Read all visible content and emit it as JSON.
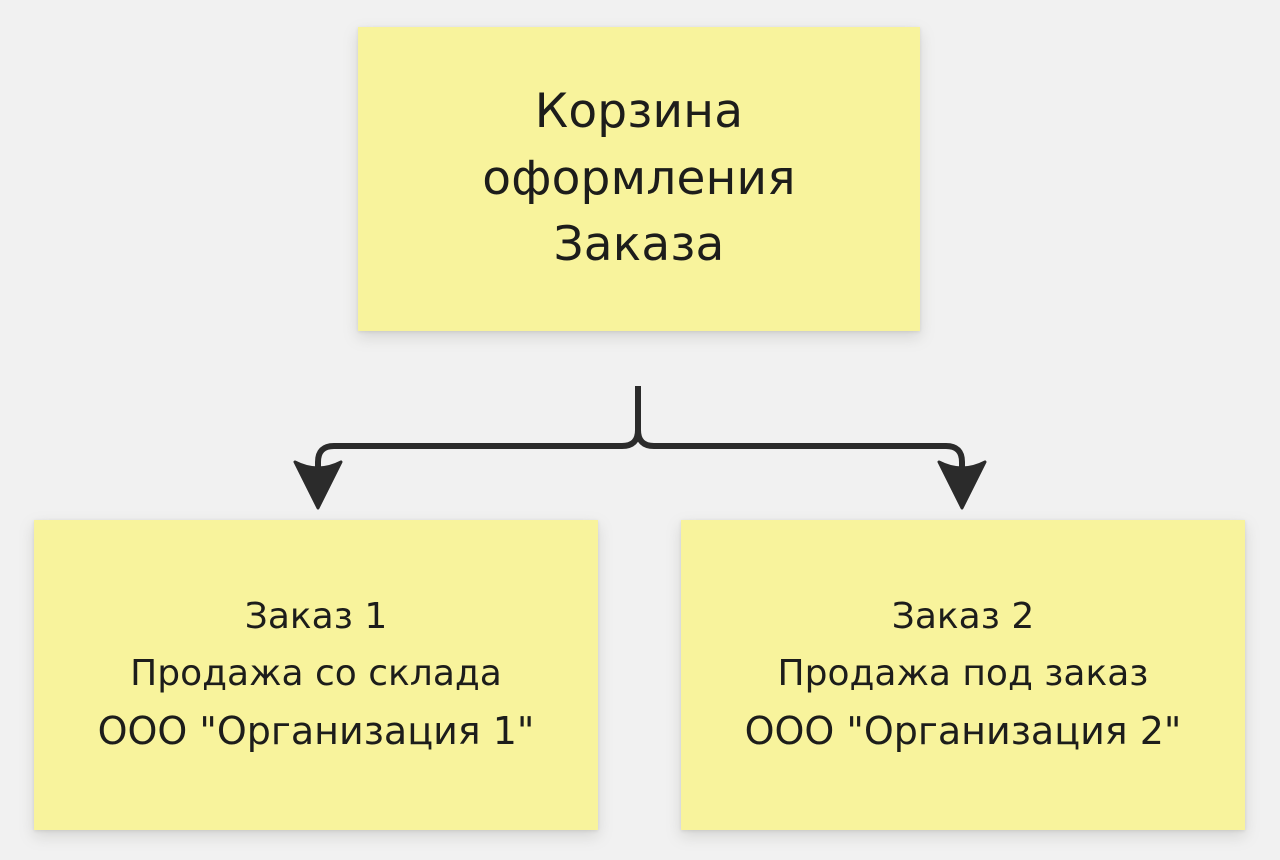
{
  "diagram": {
    "type": "tree",
    "title_text": "Корзина оформления Заказа",
    "background_color": "#f1f1f1",
    "node_fill_color": "#f8f39c",
    "text_color": "#1d1d1b",
    "connector_color": "#2b2b2b",
    "root": {
      "lines": [
        "Корзина",
        "оформления",
        "Заказа"
      ]
    },
    "children": [
      {
        "title": "Заказ 1",
        "description": "Продажа со склада",
        "organization": "ООО \"Организация 1\""
      },
      {
        "title": "Заказ 2",
        "description": "Продажа под заказ",
        "organization": "ООО \"Организация 2\""
      }
    ],
    "connector": {
      "shape_name": "fork-bracket-connector",
      "arrow_count": 2,
      "left_arrow_name": "arrow-down-left",
      "right_arrow_name": "arrow-down-right"
    }
  }
}
